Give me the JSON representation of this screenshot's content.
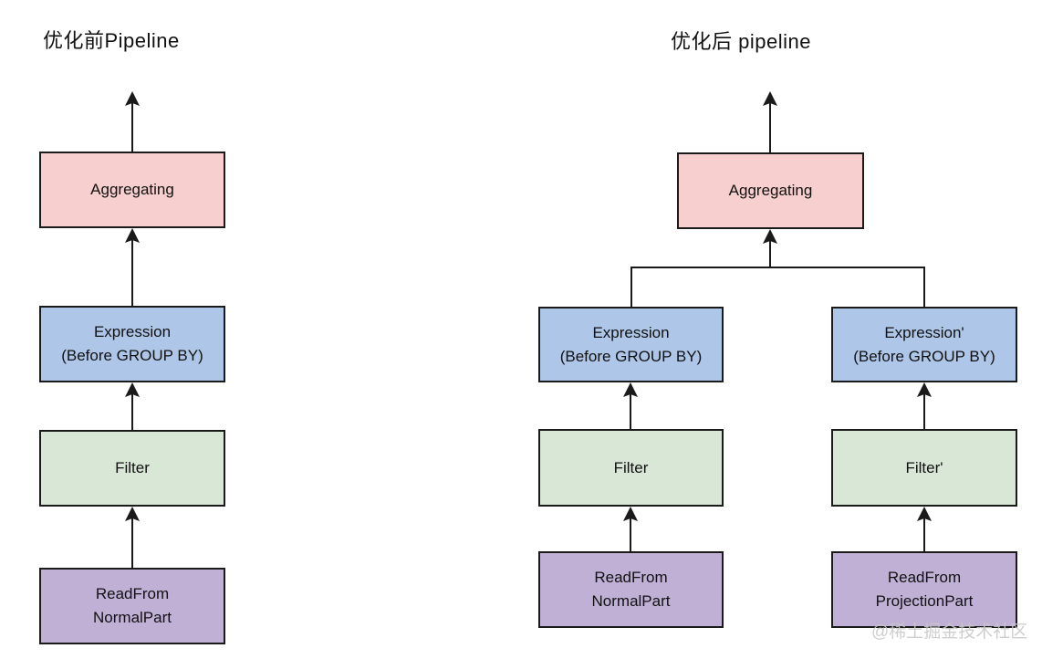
{
  "palette": {
    "aggregating": "#f6cfce",
    "expression": "#aec6e8",
    "filter": "#d9e7d6",
    "readfrom": "#c0b0d6",
    "line": "#1a1a1a"
  },
  "left_pipeline": {
    "title": "优化前Pipeline",
    "nodes": {
      "aggregating": {
        "line1": "Aggregating"
      },
      "expression": {
        "line1": "Expression",
        "line2": "(Before GROUP BY)"
      },
      "filter": {
        "line1": "Filter"
      },
      "readfrom": {
        "line1": "ReadFrom",
        "line2": "NormalPart"
      }
    }
  },
  "right_pipeline": {
    "title": "优化后 pipeline",
    "nodes": {
      "aggregating": {
        "line1": "Aggregating"
      },
      "normal_branch": {
        "expression": {
          "line1": "Expression",
          "line2": "(Before GROUP BY)"
        },
        "filter": {
          "line1": "Filter"
        },
        "readfrom": {
          "line1": "ReadFrom",
          "line2": "NormalPart"
        }
      },
      "projection_branch": {
        "expression": {
          "line1": "Expression'",
          "line2": "(Before GROUP BY)"
        },
        "filter": {
          "line1": "Filter'"
        },
        "readfrom": {
          "line1": "ReadFrom",
          "line2": "ProjectionPart"
        }
      }
    }
  },
  "watermark": "@稀土掘金技术社区"
}
